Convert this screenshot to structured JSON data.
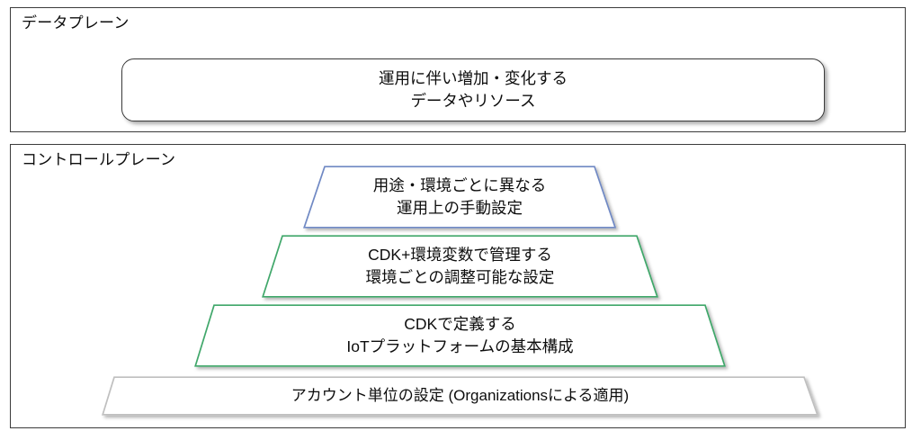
{
  "diagram": {
    "title_colors": {
      "blue_stroke": "#7089C4",
      "green_stroke": "#3FA76A",
      "gray_stroke": "#BFBFBF",
      "dark_stroke": "#3B3B3B",
      "fill": "#FFFFFF"
    },
    "planes": [
      {
        "label": "データプレーン",
        "content": {
          "shape": "rounded-rectangle",
          "text": "運用に伴い増加・変化する\nデータやリソース"
        }
      },
      {
        "label": "コントロールプレーン",
        "layers": [
          {
            "id": "manual",
            "text": "用途・環境ごとに異なる\n運用上の手動設定",
            "stroke": "#7089C4"
          },
          {
            "id": "cdk-env",
            "text": "CDK+環境変数で管理する\n環境ごとの調整可能な設定",
            "stroke": "#3FA76A"
          },
          {
            "id": "cdk-base",
            "text": "CDKで定義する\nIoTプラットフォームの基本構成",
            "stroke": "#3FA76A"
          },
          {
            "id": "account",
            "text": "アカウント単位の設定 (Organizationsによる適用)",
            "stroke": "#BFBFBF"
          }
        ]
      }
    ]
  }
}
